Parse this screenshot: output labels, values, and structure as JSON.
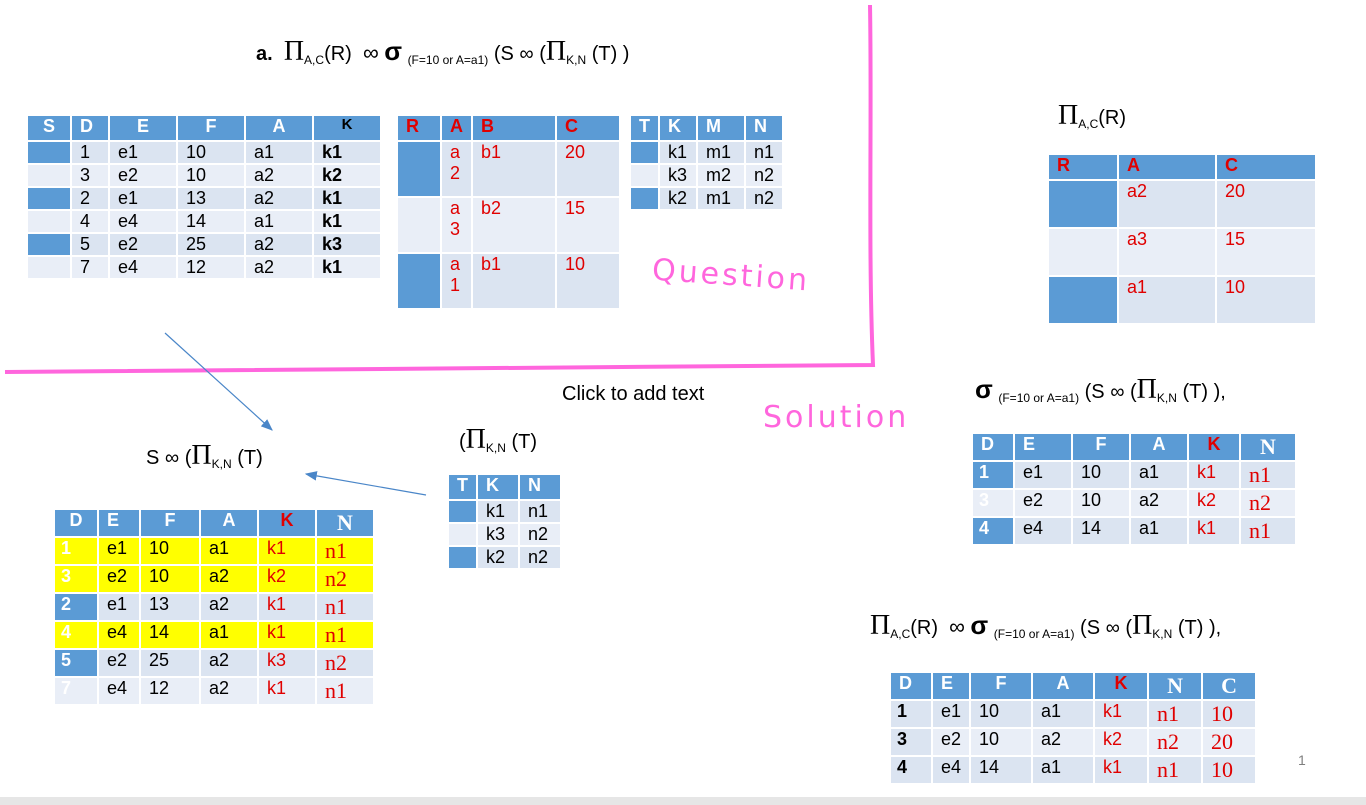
{
  "title": {
    "label": "a.",
    "pi": "Π",
    "pi_sub": "A,C",
    "r": "(R)",
    "join": "∞",
    "sigma": "σ",
    "sigma_sub": "(F=10  or  A=a1)",
    "s_part": "(S ∞ (",
    "pi2": "Π",
    "pi2_sub": "K,N",
    "t": "(T) )"
  },
  "annotations": {
    "question": "Question",
    "solution": "Solution",
    "placeholder": "Click to add text",
    "page_number": "1"
  },
  "labels": {
    "pi_r": {
      "pi": "Π",
      "sub": "A,C",
      "arg": "(R)"
    },
    "sigma_expr": {
      "sigma": "σ",
      "sub": "(F=10  or  A=a1)",
      "rest": "(S ∞ (",
      "pi": "Π",
      "pi_sub": "K,N",
      "t": "(T) ),"
    },
    "s_join": {
      "s": "S ∞ (",
      "pi": "Π",
      "sub": "K,N",
      "t": "(T)"
    },
    "pi_kn": {
      "open": "(",
      "pi": "Π",
      "sub": "K,N",
      "t": "(T)"
    },
    "final_expr": {
      "pi": "Π",
      "sub": "A,C",
      "r": "(R)",
      "join": "∞",
      "sigma": "σ",
      "sigma_sub": "(F=10  or  A=a1)",
      "rest": "(S ∞ (",
      "pi2": "Π",
      "pi2_sub": "K,N",
      "t": "(T) ),"
    }
  },
  "table_s": {
    "headers": [
      "S",
      "D",
      "E",
      "F",
      "A",
      "K"
    ],
    "rows": [
      [
        "1",
        "e1",
        "10",
        "a1",
        "k1"
      ],
      [
        "3",
        "e2",
        "10",
        "a2",
        "k2"
      ],
      [
        "2",
        "e1",
        "13",
        "a2",
        "k1"
      ],
      [
        "4",
        "e4",
        "14",
        "a1",
        "k1"
      ],
      [
        "5",
        "e2",
        "25",
        "a2",
        "k3"
      ],
      [
        "7",
        "e4",
        "12",
        "a2",
        "k1"
      ]
    ]
  },
  "table_r": {
    "headers": [
      "R",
      "A",
      "B",
      "C"
    ],
    "rows": [
      [
        "a 2",
        "b1",
        "20"
      ],
      [
        "a 3",
        "b2",
        "15"
      ],
      [
        "a 1",
        "b1",
        "10"
      ]
    ]
  },
  "table_t": {
    "headers": [
      "T",
      "K",
      "M",
      "N"
    ],
    "rows": [
      [
        "k1",
        "m1",
        "n1"
      ],
      [
        "k3",
        "m2",
        "n2"
      ],
      [
        "k2",
        "m1",
        "n2"
      ]
    ]
  },
  "table_pi_ac": {
    "headers": [
      "R",
      "A",
      "C"
    ],
    "rows": [
      [
        "a2",
        "20"
      ],
      [
        "a3",
        "15"
      ],
      [
        "a1",
        "10"
      ]
    ]
  },
  "table_sigma": {
    "headers": [
      "D",
      "E",
      "F",
      "A",
      "K",
      "N"
    ],
    "rows": [
      [
        "1",
        "e1",
        "10",
        "a1",
        "k1",
        "n1"
      ],
      [
        "3",
        "e2",
        "10",
        "a2",
        "k2",
        "n2"
      ],
      [
        "4",
        "e4",
        "14",
        "a1",
        "k1",
        "n1"
      ]
    ]
  },
  "table_pi_kn": {
    "headers": [
      "T",
      "K",
      "N"
    ],
    "rows": [
      [
        "k1",
        "n1"
      ],
      [
        "k3",
        "n2"
      ],
      [
        "k2",
        "n2"
      ]
    ]
  },
  "table_join": {
    "headers": [
      "D",
      "E",
      "F",
      "A",
      "K",
      "N"
    ],
    "rows": [
      [
        "1",
        "e1",
        "10",
        "a1",
        "k1",
        "n1"
      ],
      [
        "3",
        "e2",
        "10",
        "a2",
        "k2",
        "n2"
      ],
      [
        "2",
        "e1",
        "13",
        "a2",
        "k1",
        "n1"
      ],
      [
        "4",
        "e4",
        "14",
        "a1",
        "k1",
        "n1"
      ],
      [
        "5",
        "e2",
        "25",
        "a2",
        "k3",
        "n2"
      ],
      [
        "7",
        "e4",
        "12",
        "a2",
        "k1",
        "n1"
      ]
    ]
  },
  "table_final": {
    "headers": [
      "D",
      "E",
      "F",
      "A",
      "K",
      "N",
      "C"
    ],
    "rows": [
      [
        "1",
        "e1",
        "10",
        "a1",
        "k1",
        "n1",
        "10"
      ],
      [
        "3",
        "e2",
        "10",
        "a2",
        "k2",
        "n2",
        "20"
      ],
      [
        "4",
        "e4",
        "14",
        "a1",
        "k1",
        "n1",
        "10"
      ]
    ]
  },
  "colors": {
    "header_blue": "#5b9bd5",
    "row_light": "#dbe4f1",
    "highlight": "#ffff00",
    "red": "#e00000",
    "pink": "#ff66dd"
  }
}
